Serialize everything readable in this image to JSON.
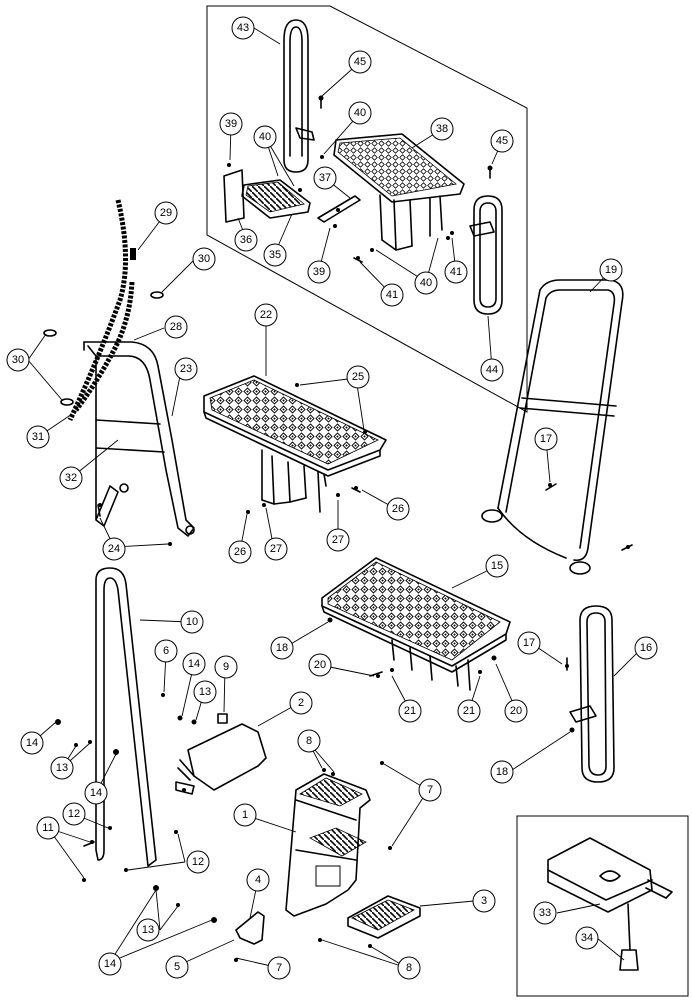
{
  "callouts": [
    "1",
    "2",
    "3",
    "4",
    "5",
    "6",
    "7",
    "7",
    "7",
    "8",
    "8",
    "9",
    "10",
    "11",
    "12",
    "12",
    "12",
    "13",
    "13",
    "13",
    "14",
    "14",
    "14",
    "14",
    "15",
    "16",
    "17",
    "17",
    "18",
    "18",
    "19",
    "20",
    "20",
    "21",
    "21",
    "22",
    "23",
    "24",
    "25",
    "26",
    "26",
    "27",
    "27",
    "28",
    "29",
    "30",
    "30",
    "31",
    "32",
    "33",
    "34",
    "35",
    "36",
    "37",
    "38",
    "39",
    "39",
    "40",
    "40",
    "40",
    "41",
    "41",
    "43",
    "44",
    "45",
    "45"
  ]
}
